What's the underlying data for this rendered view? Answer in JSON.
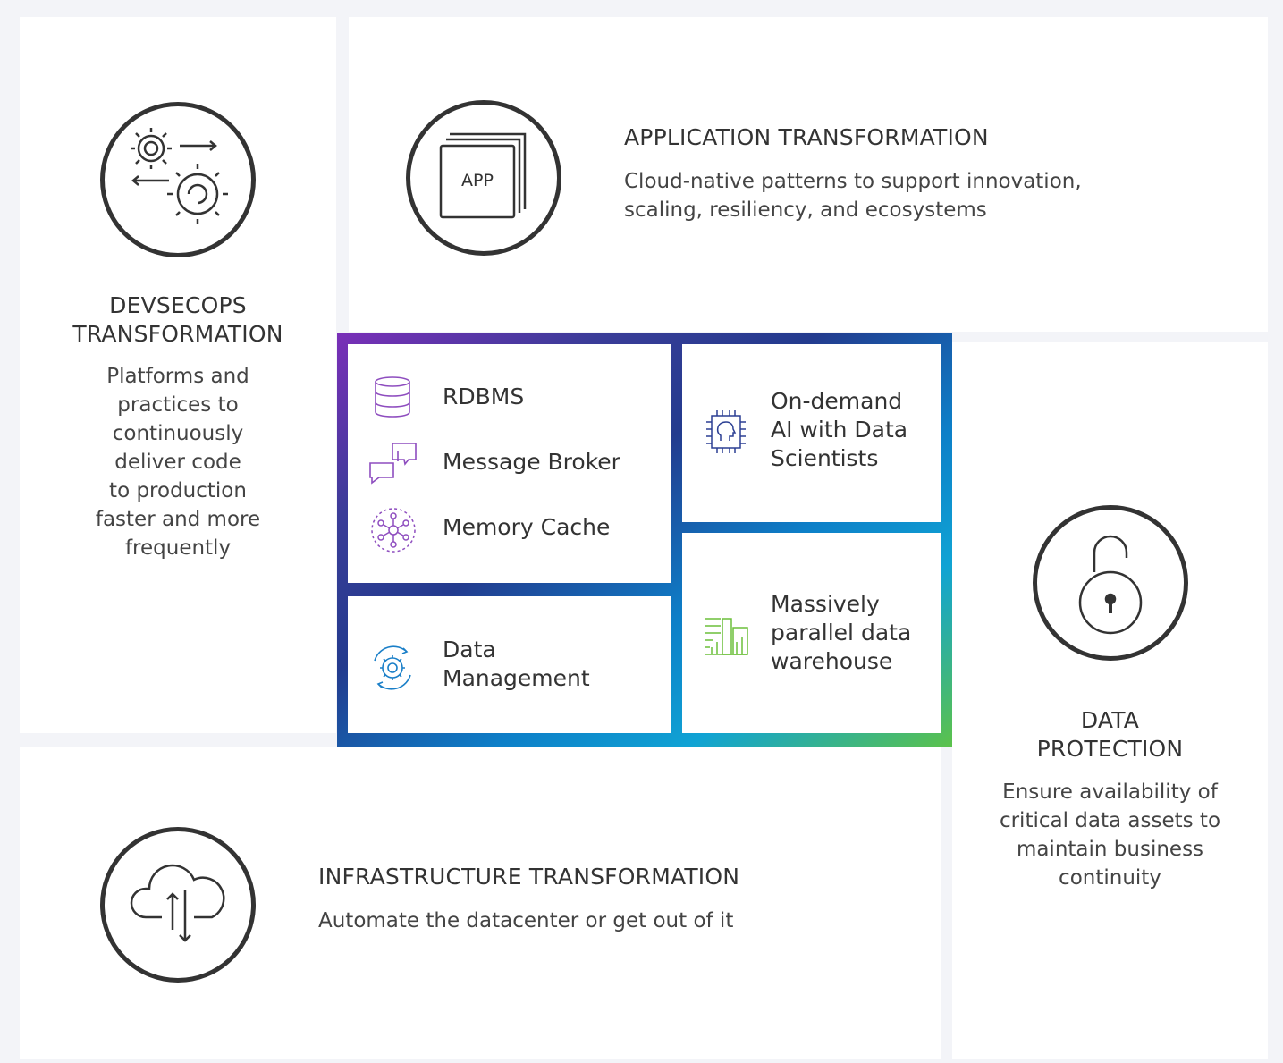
{
  "devsecops": {
    "title": "DEVSECOPS TRANSFORMATION",
    "title_line1": "DEVSECOPS",
    "title_line2": "TRANSFORMATION",
    "description": [
      "Platforms and",
      "practices to",
      "continuously",
      "deliver code",
      "to production",
      "faster and more",
      "frequently"
    ],
    "icon": "gears-arrows-icon"
  },
  "application": {
    "title": "APPLICATION TRANSFORMATION",
    "description": [
      "Cloud-native patterns to support innovation,",
      "scaling, resiliency, and ecosystems"
    ],
    "icon_label": "APP",
    "icon": "app-stack-icon"
  },
  "infrastructure": {
    "title": "INFRASTRUCTURE TRANSFORMATION",
    "description": "Automate the datacenter or get out of it",
    "icon": "cloud-transfer-icon"
  },
  "data_protection": {
    "title_line1": "DATA",
    "title_line2": "PROTECTION",
    "description": [
      "Ensure availability of",
      "critical data assets to",
      "maintain business",
      "continuity"
    ],
    "icon": "open-lock-icon"
  },
  "services": {
    "rdbms": "RDBMS",
    "message_broker": "Message Broker",
    "memory_cache": "Memory Cache",
    "data_management": [
      "Data",
      "Management"
    ],
    "ai": [
      "On-demand",
      "AI with Data",
      "Scientists"
    ],
    "warehouse": [
      "Massively",
      "parallel data",
      "warehouse"
    ]
  },
  "colors": {
    "purple": "#8e4dbf",
    "blue": "#1a7fc8",
    "green": "#6cbf3a",
    "navy": "#2b3f93"
  }
}
